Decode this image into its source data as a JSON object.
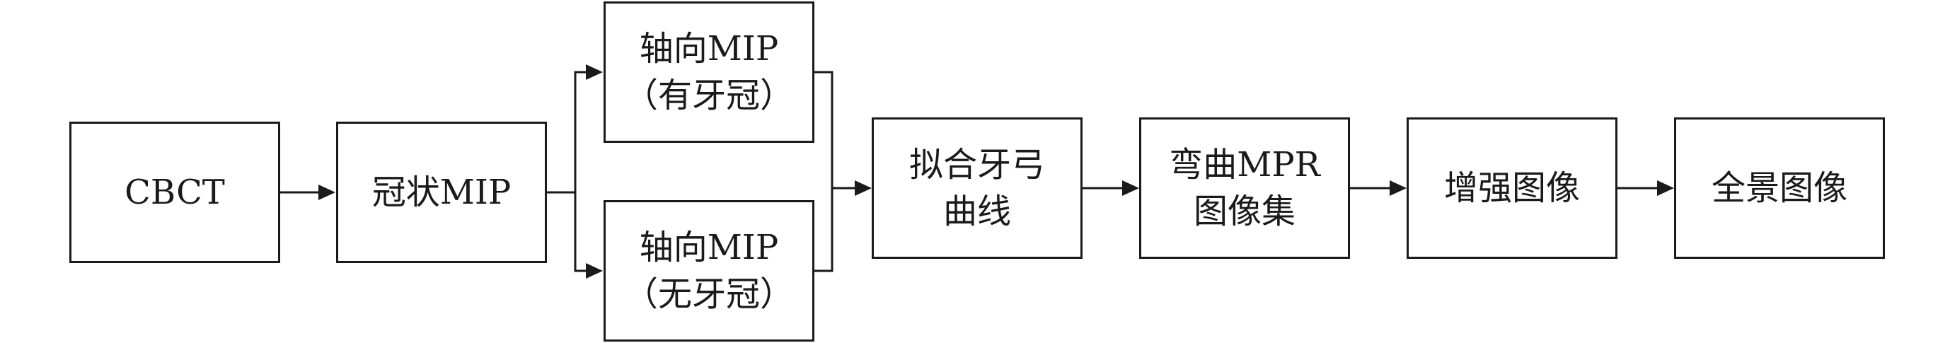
{
  "diagram": {
    "nodes": [
      {
        "id": "cbct",
        "lines": [
          "CBCT"
        ]
      },
      {
        "id": "coronal",
        "lines": [
          "冠状MIP"
        ]
      },
      {
        "id": "axial_crown",
        "lines": [
          "轴向MIP",
          "（有牙冠）"
        ]
      },
      {
        "id": "axial_no_crown",
        "lines": [
          "轴向MIP",
          "（无牙冠）"
        ]
      },
      {
        "id": "fit_arch",
        "lines": [
          "拟合牙弓",
          "曲线"
        ]
      },
      {
        "id": "curved_mpr",
        "lines": [
          "弯曲MPR",
          "图像集"
        ]
      },
      {
        "id": "enhance",
        "lines": [
          "增强图像"
        ]
      },
      {
        "id": "panorama",
        "lines": [
          "全景图像"
        ]
      }
    ],
    "edges": [
      {
        "from": "cbct",
        "to": "coronal"
      },
      {
        "from": "coronal",
        "to": "axial_crown"
      },
      {
        "from": "coronal",
        "to": "axial_no_crown"
      },
      {
        "from": "axial_crown",
        "to": "fit_arch"
      },
      {
        "from": "axial_no_crown",
        "to": "fit_arch"
      },
      {
        "from": "fit_arch",
        "to": "curved_mpr"
      },
      {
        "from": "curved_mpr",
        "to": "enhance"
      },
      {
        "from": "enhance",
        "to": "panorama"
      }
    ],
    "colors": {
      "line": "#1a1a1a",
      "background": "#ffffff"
    }
  }
}
